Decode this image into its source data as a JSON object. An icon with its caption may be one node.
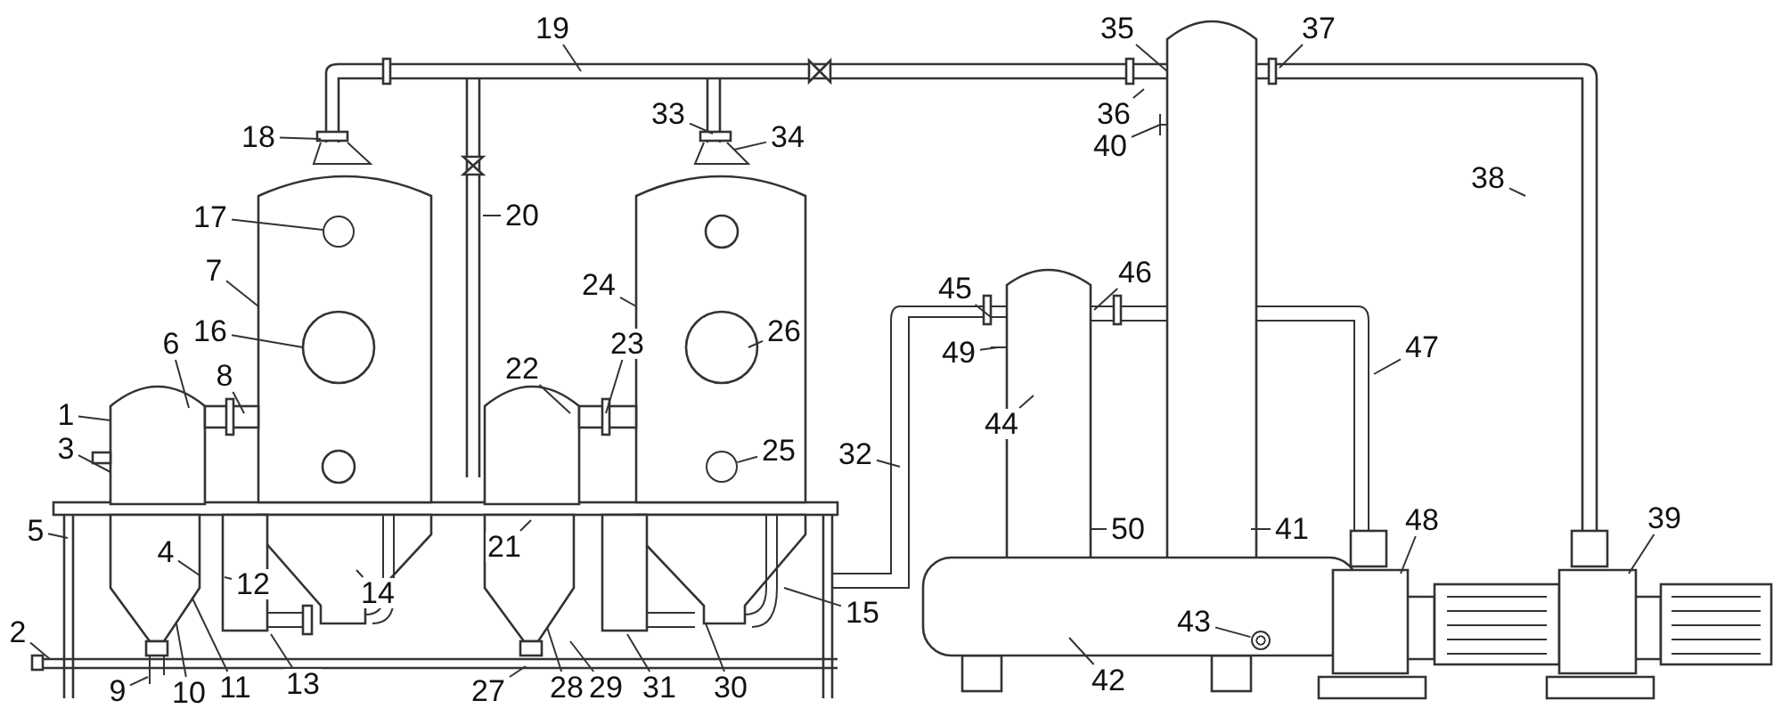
{
  "diagram": {
    "nodes": [
      {
        "text": [
          "1"
        ]
      },
      {
        "text": [
          "2"
        ]
      },
      {
        "text": [
          "3"
        ]
      },
      {
        "text": [
          "4"
        ]
      },
      {
        "text": [
          "5"
        ]
      },
      {
        "text": [
          "6"
        ]
      },
      {
        "text": [
          "7"
        ]
      },
      {
        "text": [
          "8"
        ]
      },
      {
        "text": [
          "9"
        ]
      },
      {
        "text": [
          "10"
        ]
      },
      {
        "text": [
          "11"
        ]
      },
      {
        "text": [
          "12"
        ]
      },
      {
        "text": [
          "13"
        ]
      },
      {
        "text": [
          "14"
        ]
      },
      {
        "text": [
          "15"
        ]
      },
      {
        "text": [
          "16"
        ]
      },
      {
        "text": [
          "17"
        ]
      },
      {
        "text": [
          "18"
        ]
      },
      {
        "text": [
          "19"
        ]
      },
      {
        "text": [
          "20"
        ]
      },
      {
        "text": [
          "21"
        ]
      },
      {
        "text": [
          "22"
        ]
      },
      {
        "text": [
          "23"
        ]
      },
      {
        "text": [
          "24"
        ]
      },
      {
        "text": [
          "25"
        ]
      },
      {
        "text": [
          "26"
        ]
      },
      {
        "text": [
          "27"
        ]
      },
      {
        "text": [
          "28"
        ]
      },
      {
        "text": [
          "29"
        ]
      },
      {
        "text": [
          "30"
        ]
      },
      {
        "text": [
          "31"
        ]
      },
      {
        "text": [
          "32"
        ]
      },
      {
        "text": [
          "33"
        ]
      },
      {
        "text": [
          "34"
        ]
      },
      {
        "text": [
          "35"
        ]
      },
      {
        "text": [
          "36"
        ]
      },
      {
        "text": [
          "37"
        ]
      },
      {
        "text": [
          "38"
        ]
      },
      {
        "text": [
          "39"
        ]
      },
      {
        "text": [
          "40"
        ]
      },
      {
        "text": [
          "41"
        ]
      },
      {
        "text": [
          "42"
        ]
      },
      {
        "text": [
          "43"
        ]
      },
      {
        "text": [
          "44"
        ]
      },
      {
        "text": [
          "45"
        ]
      },
      {
        "text": [
          "46"
        ]
      },
      {
        "text": [
          "47"
        ]
      },
      {
        "text": [
          "48"
        ]
      },
      {
        "text": [
          "49"
        ]
      },
      {
        "text": [
          "50"
        ]
      },
      {
        "text": [],
        "shape": "circle"
      },
      {
        "text": [],
        "shape": "circle"
      },
      {
        "text": [],
        "shape": "circle"
      }
    ],
    "edges": [
      {
        "from": 0,
        "to": null,
        "arrow": "none"
      },
      {
        "from": 1,
        "to": null,
        "arrow": "none"
      },
      {
        "from": 2,
        "to": null,
        "arrow": "none"
      },
      {
        "from": 3,
        "to": null,
        "arrow": "none"
      },
      {
        "from": 4,
        "to": null,
        "arrow": "none"
      },
      {
        "from": 5,
        "to": null,
        "arrow": "none"
      },
      {
        "from": 6,
        "to": null,
        "arrow": "none"
      },
      {
        "from": 7,
        "to": null,
        "arrow": "none"
      },
      {
        "from": 8,
        "to": null,
        "arrow": "none"
      },
      {
        "from": 9,
        "to": null,
        "arrow": "none"
      },
      {
        "from": 10,
        "to": null,
        "arrow": "none"
      },
      {
        "from": 11,
        "to": null,
        "arrow": "none"
      },
      {
        "from": 12,
        "to": null,
        "arrow": "none"
      },
      {
        "from": 13,
        "to": null,
        "arrow": "none"
      },
      {
        "from": 14,
        "to": null,
        "arrow": "none"
      },
      {
        "from": 15,
        "to": null,
        "arrow": "none"
      },
      {
        "from": 16,
        "to": 50,
        "arrow": "none"
      },
      {
        "from": 17,
        "to": null,
        "arrow": "none"
      },
      {
        "from": 18,
        "to": null,
        "arrow": "none"
      },
      {
        "from": 19,
        "to": null,
        "arrow": "none"
      },
      {
        "from": 20,
        "to": null,
        "arrow": "none"
      },
      {
        "from": 21,
        "to": null,
        "arrow": "none"
      },
      {
        "from": 22,
        "to": null,
        "arrow": "none"
      },
      {
        "from": 23,
        "to": null,
        "arrow": "none"
      },
      {
        "from": 24,
        "to": 51,
        "arrow": "none"
      },
      {
        "from": 25,
        "to": null,
        "arrow": "none"
      },
      {
        "from": 26,
        "to": null,
        "arrow": "none"
      },
      {
        "from": 27,
        "to": null,
        "arrow": "none"
      },
      {
        "from": 28,
        "to": null,
        "arrow": "none"
      },
      {
        "from": 29,
        "to": null,
        "arrow": "none"
      },
      {
        "from": 30,
        "to": null,
        "arrow": "none"
      },
      {
        "from": 31,
        "to": null,
        "arrow": "none"
      },
      {
        "from": 32,
        "to": null,
        "arrow": "none"
      },
      {
        "from": 33,
        "to": null,
        "arrow": "none"
      },
      {
        "from": 34,
        "to": null,
        "arrow": "none"
      },
      {
        "from": 35,
        "to": null,
        "arrow": "none"
      },
      {
        "from": 36,
        "to": null,
        "arrow": "none"
      },
      {
        "from": 37,
        "to": null,
        "arrow": "none"
      },
      {
        "from": 38,
        "to": null,
        "arrow": "none"
      },
      {
        "from": 39,
        "to": null,
        "arrow": "none"
      },
      {
        "from": 40,
        "to": null,
        "arrow": "none"
      },
      {
        "from": 41,
        "to": null,
        "arrow": "none"
      },
      {
        "from": 42,
        "to": 52,
        "arrow": "none"
      },
      {
        "from": 43,
        "to": null,
        "arrow": "none"
      },
      {
        "from": 44,
        "to": null,
        "arrow": "none"
      },
      {
        "from": 45,
        "to": null,
        "arrow": "none"
      },
      {
        "from": 46,
        "to": null,
        "arrow": "none"
      },
      {
        "from": 47,
        "to": null,
        "arrow": "none"
      },
      {
        "from": 48,
        "to": null,
        "arrow": "none"
      },
      {
        "from": 49,
        "to": null,
        "arrow": "none"
      }
    ]
  }
}
